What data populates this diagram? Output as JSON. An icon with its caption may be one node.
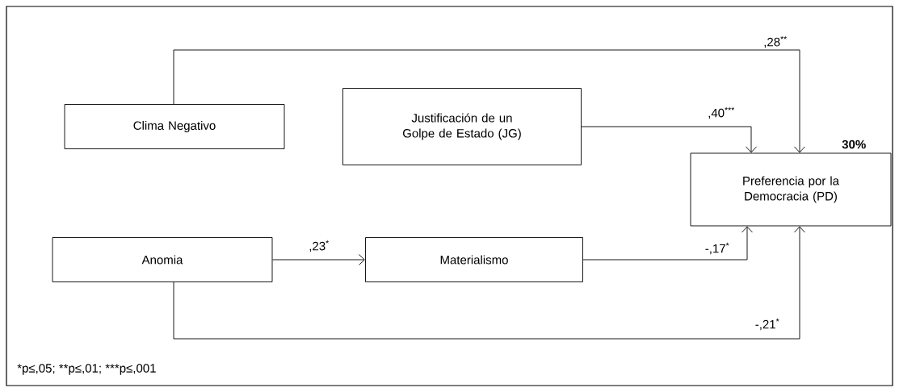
{
  "diagram": {
    "nodes": [
      {
        "text": [
          "Clima Negativo"
        ]
      },
      {
        "text": [
          "Justificación de un Golpe de Estado (JG)"
        ]
      },
      {
        "text": [
          "Preferencia por la Democracia (PD)"
        ],
        "beside": [
          "30%"
        ]
      },
      {
        "text": [
          "Anomia"
        ]
      },
      {
        "text": [
          "Materialismo"
        ]
      }
    ],
    "edges": [
      {
        "from": 0,
        "to": 2,
        "arrow": "to",
        "label": ",28$^{**}$"
      },
      {
        "from": 1,
        "to": 2,
        "arrow": "to",
        "label": ",40$^{***}$"
      },
      {
        "from": 3,
        "to": 4,
        "arrow": "to",
        "label": ",23$^{*}$"
      },
      {
        "from": 4,
        "to": 2,
        "arrow": "to",
        "label": "-,17$^{*}$"
      },
      {
        "from": 3,
        "to": 2,
        "arrow": "to",
        "label": "-,21$^{*}$"
      }
    ],
    "labels": [
      "*p≤,05;",
      "**p≤,01;",
      "***p≤,001"
    ]
  }
}
